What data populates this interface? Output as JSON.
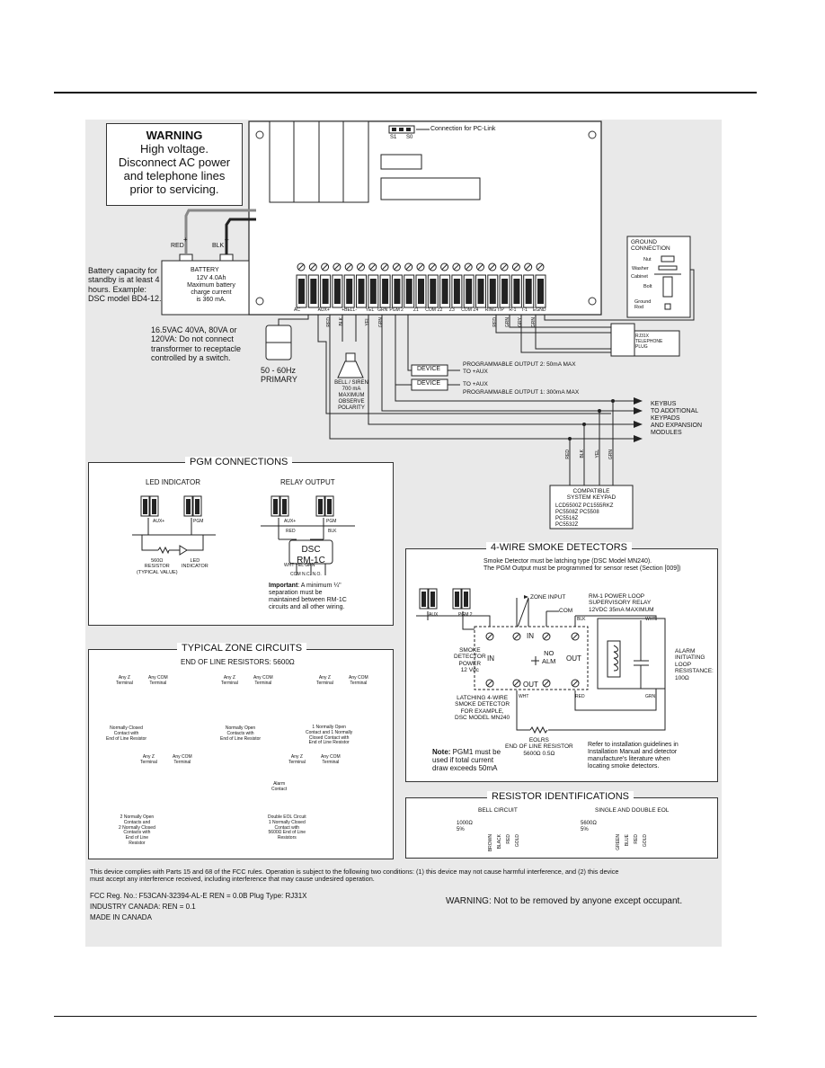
{
  "warning": {
    "title": "WARNING",
    "body": "High voltage.\nDisconnect AC power\nand telephone lines\nprior to servicing."
  },
  "pc_link": {
    "s1": "S1",
    "s0": "S0",
    "label": "Connection for PC-Link"
  },
  "battery": {
    "red": "RED",
    "blk": "BLK",
    "plus": "+",
    "minus": "–",
    "title": "BATTERY",
    "spec": "12V 4.0Ah\nMaximum battery\ncharge current\nis 360 mA.",
    "capacity": "Battery capacity for\nstandby is at least 4\nhours. Example:\nDSC model BD4-12."
  },
  "transformer": {
    "note": "16.5VAC 40VA, 80VA or\n120VA: Do not connect\ntransformer to receptacle\ncontrolled by a switch.",
    "primary": "50 - 60Hz\nPRIMARY"
  },
  "terminals": [
    "AC",
    "",
    "AUX+",
    "",
    "+BELL-",
    "",
    "YEL",
    "GRN",
    "PGM 2",
    "",
    "Z1",
    "COM",
    "Z2",
    "Z3",
    "COM",
    "Z4",
    "RING",
    "TIP",
    "R-1",
    "T-1",
    "EGND"
  ],
  "wire_labels": {
    "red": "RED",
    "blk": "BLK",
    "yel": "YEL",
    "grn": "GRN",
    "gry": "GRY"
  },
  "ground": {
    "title": "GROUND\nCONNECTION",
    "nut": "Nut",
    "washer": "Washer",
    "cabinet": "Cabinet",
    "bolt": "Bolt",
    "rod": "Ground\nRod"
  },
  "telephone": "RJ31X\nTELEPHONE\nPLUG",
  "bell": "BELL / SIREN\n700 mA\nMAXIMUM\nOBSERVE\nPOLARITY",
  "pgm_outputs": {
    "device": "DEVICE",
    "pgm2": "PROGRAMMABLE OUTPUT 2: 50mA MAX",
    "to_aux": "TO +AUX",
    "pgm1": "PROGRAMMABLE OUTPUT 1: 300mA MAX"
  },
  "keybus": "KEYBUS\nTO ADDITIONAL\nKEYPADS\nAND EXPANSION\nMODULES",
  "keypad": {
    "title": "COMPATIBLE\nSYSTEM KEYPAD",
    "models": "LCD5500Z  PC1555RKZ\nPC5508Z   PC5508\nPC5516Z\nPC5532Z"
  },
  "pgm_connections": {
    "title": "PGM CONNECTIONS",
    "led_title": "LED INDICATOR",
    "relay_title": "RELAY OUTPUT",
    "aux": "AUX+",
    "pgm": "PGM",
    "red": "RED",
    "blk": "BLK",
    "resistor": "560Ω\nRESISTOR\n(TYPICAL VALUE)",
    "led": "LED\nINDICATOR",
    "relay": "DSC\nRM-1C",
    "relay_pins": "WHT  YEL  GRN",
    "relay_contacts": "COM  N.C.  N.O.",
    "important_bold": "Important",
    "important": ": A minimum ¼\"\nseparation must be\nmaintained between RM-1C\ncircuits and all other wiring."
  },
  "smoke": {
    "title": "4-WIRE SMOKE DETECTORS",
    "note": "Smoke Detector must be latching type (DSC Model MN240).\nThe PGM Output must be programmed for sensor reset (Section [009])",
    "zone_input": "ZONE INPUT",
    "com": "COM",
    "relay": "RM-1 POWER LOOP\nSUPERVISORY RELAY\n12VDC 35mA MAXIMUM",
    "blk": "BLK",
    "wht": "WHT",
    "red": "RED",
    "grn": "GRN",
    "aux": "AUX",
    "pgm": "PGM 2",
    "power": "SMOKE\nDETECTOR\nPOWER\n12 Vdc",
    "in": "IN",
    "out": "OUT",
    "no_alm": "NO\nALM",
    "alarm": "ALARM\nINITIATING\nLOOP\nRESISTANCE:\n100Ω",
    "latching": "LATCHING 4-WIRE\nSMOKE DETECTOR\nFOR EXAMPLE,\nDSC MODEL MN240",
    "eolr": "EOLRS\nEND OF LINE RESISTOR\n5600Ω 0.5Ω",
    "note_bold": "Note:",
    "note_pgm": " PGM1 must be\nused if total current\ndraw exceeds 50mA",
    "refer": "Refer to installation guidelines in\nInstallation Manual and detector\nmanufacture's literature when\nlocating smoke detectors."
  },
  "zones": {
    "title": "TYPICAL ZONE CIRCUITS",
    "subtitle": "END OF LINE RESISTORS: 5600Ω",
    "anyz": "Any Z\nTerminal",
    "anycom": "Any COM\nTerminal",
    "nc": "Normally Closed\nContact with\nEnd of Line Resistor",
    "no": "Normally Open\nContacts with\nEnd of Line Resistor",
    "mixed": "1 Normally Open\nContact and 1 Normally\nClosed Contact with\nEnd of Line Resistor",
    "double": "2 Normally Open\nContacts and\n2 Normally Closed\nContacts with\nEnd of Line\nResistor",
    "alarm_contact": "Alarm\nContact",
    "deol": "Double EOL Circuit\n1 Normally Closed\nContact with\n5600Ω End of Line\nResistors"
  },
  "resistors": {
    "title": "RESISTOR IDENTIFICATIONS",
    "bell_title": "BELL CIRCUIT",
    "eol_title": "SINGLE AND DOUBLE EOL",
    "bell_value": "1000Ω\n5%",
    "eol_value": "5600Ω\n5%",
    "bell_bands": [
      "BROWN",
      "BLACK",
      "RED",
      "GOLD"
    ],
    "eol_bands": [
      "GREEN",
      "BLUE",
      "RED",
      "GOLD"
    ]
  },
  "fcc": {
    "compliance": "This device complies with Parts 15 and 68 of the FCC rules. Operation is subject to the following two conditions: (1) this device may not cause harmful interference, and (2) this device\nmust accept any interference received, including interference that may cause undesired operation.",
    "reg": "FCC Reg. No.: F53CAN-32394-AL-E    REN = 0.0B    Plug Type: RJ31X",
    "industry": "INDUSTRY CANADA: REN = 0.1",
    "made": "MADE IN CANADA",
    "warning2": "WARNING: Not to be removed by anyone except occupant."
  }
}
